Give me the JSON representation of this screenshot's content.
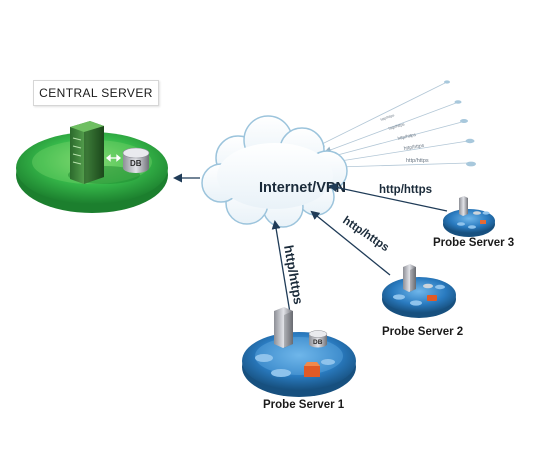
{
  "central_server": {
    "title": "CENTRAL SERVER",
    "db_label": "DB"
  },
  "network": {
    "cloud_label": "Internet/VPN",
    "protocol_label": "http/https"
  },
  "probes": [
    {
      "name": "Probe Server 1",
      "db_label": "DB"
    },
    {
      "name": "Probe Server 2"
    },
    {
      "name": "Probe Server 3"
    }
  ],
  "colors": {
    "central_disk": "#2db54a",
    "probe_disk": "#2a7bc0",
    "arrow": "#1f3b57",
    "cloud_outline": "#9cc4dc"
  }
}
